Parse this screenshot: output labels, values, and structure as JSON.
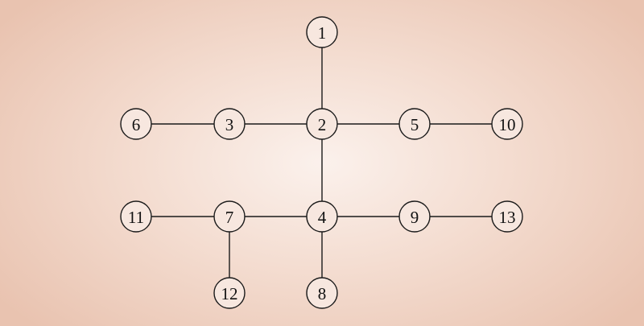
{
  "diagram": {
    "type": "tree",
    "nodes": [
      {
        "id": "1",
        "label": "1"
      },
      {
        "id": "2",
        "label": "2"
      },
      {
        "id": "3",
        "label": "3"
      },
      {
        "id": "4",
        "label": "4"
      },
      {
        "id": "5",
        "label": "5"
      },
      {
        "id": "6",
        "label": "6"
      },
      {
        "id": "7",
        "label": "7"
      },
      {
        "id": "8",
        "label": "8"
      },
      {
        "id": "9",
        "label": "9"
      },
      {
        "id": "10",
        "label": "10"
      },
      {
        "id": "11",
        "label": "11"
      },
      {
        "id": "12",
        "label": "12"
      },
      {
        "id": "13",
        "label": "13"
      }
    ],
    "edges": [
      {
        "from": "1",
        "to": "2"
      },
      {
        "from": "2",
        "to": "3"
      },
      {
        "from": "3",
        "to": "6"
      },
      {
        "from": "2",
        "to": "5"
      },
      {
        "from": "5",
        "to": "10"
      },
      {
        "from": "2",
        "to": "4"
      },
      {
        "from": "4",
        "to": "7"
      },
      {
        "from": "7",
        "to": "11"
      },
      {
        "from": "7",
        "to": "12"
      },
      {
        "from": "4",
        "to": "8"
      },
      {
        "from": "4",
        "to": "9"
      },
      {
        "from": "9",
        "to": "13"
      }
    ]
  }
}
